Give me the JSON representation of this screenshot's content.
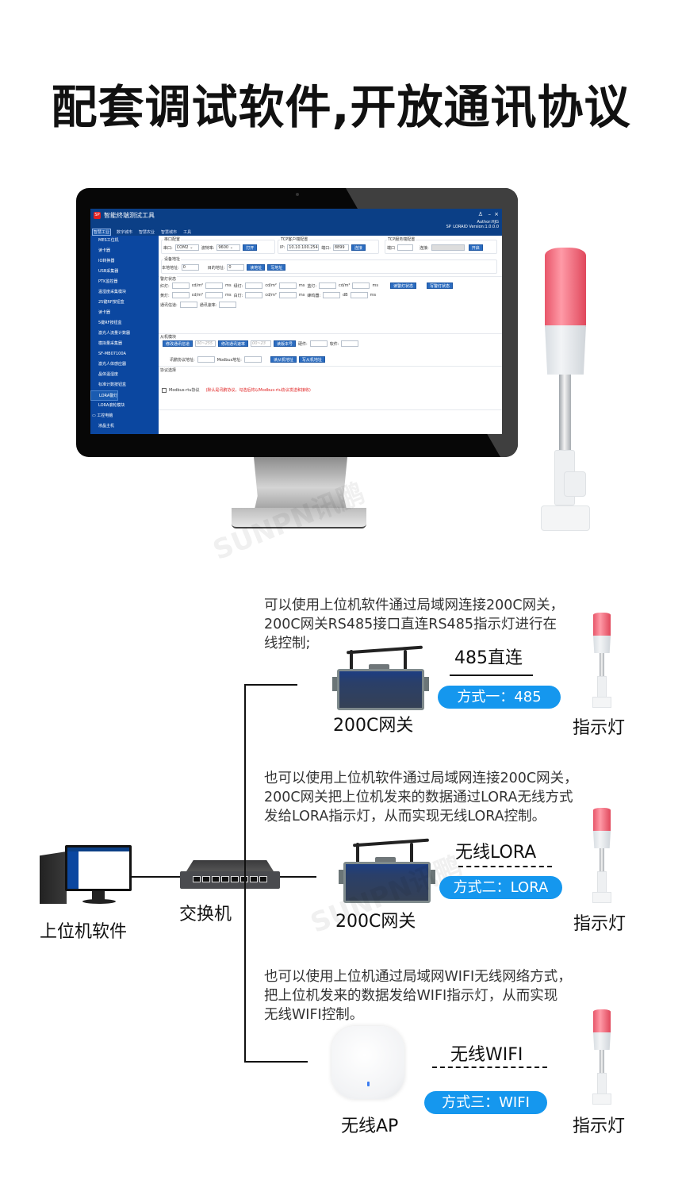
{
  "headline": "配套调试软件,开放通讯协议",
  "app": {
    "title": "智能终端测试工具",
    "logo_text": "SP",
    "window_controls": [
      "♙",
      "–",
      "×"
    ],
    "author": "Author:HJG",
    "version": "SP_LORAID Version:1.0.0.0",
    "menu_tabs": [
      {
        "label": "智慧工业",
        "active": true
      },
      {
        "label": "数字城市",
        "active": false
      },
      {
        "label": "智慧农业",
        "active": false
      },
      {
        "label": "智慧城市",
        "active": false
      },
      {
        "label": "工具",
        "active": false
      }
    ],
    "sidebar": [
      {
        "label": "MES工位机",
        "selected": false
      },
      {
        "label": "读卡器",
        "selected": false
      },
      {
        "label": "IO转换器",
        "selected": false
      },
      {
        "label": "USB采集器",
        "selected": false
      },
      {
        "label": "PTK监控器",
        "selected": false
      },
      {
        "label": "温湿度采集模块",
        "selected": false
      },
      {
        "label": "25键RF按钮盒",
        "selected": false
      },
      {
        "label": "读卡器",
        "selected": false
      },
      {
        "label": "5键RF按钮盒",
        "selected": false
      },
      {
        "label": "激光人流量计数器",
        "selected": false
      },
      {
        "label": "模拟量采集器",
        "selected": false
      },
      {
        "label": "SF-MB07100A",
        "selected": false
      },
      {
        "label": "激光人体感应器",
        "selected": false
      },
      {
        "label": "晶体温湿度",
        "selected": false
      },
      {
        "label": "标准计数按钮盒",
        "selected": false
      },
      {
        "label": "LORA警灯",
        "selected": true
      },
      {
        "label": "LORA滚轮模块",
        "selected": false
      },
      {
        "label": "工控电脑",
        "selected": false,
        "group": true
      },
      {
        "label": "液晶主机",
        "selected": false
      }
    ],
    "serial": {
      "group_label": "串口配置",
      "port_label": "串口:",
      "port_value": "COM2",
      "baud_label": "波特率:",
      "baud_value": "9600",
      "open_button": "打开"
    },
    "tcp_client": {
      "group_label": "TCP客户端配置",
      "ip_label": "IP:",
      "ip_value": "10.10.100.254",
      "port_label": "端口:",
      "port_value": "8899",
      "connect_button": "连接"
    },
    "tcp_server": {
      "group_label": "TCP服务端配置",
      "port_label": "端口",
      "port_value": "",
      "conn_label": "连接:",
      "open_button": "开启"
    },
    "device_address": {
      "group_label": "设备地址",
      "local_label": "本地地址:",
      "local_value": "0",
      "target_label": "目的地址:",
      "target_value": "0",
      "read_button": "读地址",
      "write_button": "写地址"
    },
    "light_state": {
      "group_label": "警灯状态",
      "red_label": "红灯:",
      "green_label": "绿灯:",
      "blue_label": "蓝灯:",
      "yellow_label": "黄灯:",
      "white_label": "白灯:",
      "buzzer_label": "蜂鸣器:",
      "unit_cd": "cd/m²",
      "unit_ms": "ms",
      "unit_db": "dB",
      "channel_label": "通讯信道:",
      "rate_label": "通讯速率:",
      "read_button": "读警灯状态",
      "write_button": "写警灯状态"
    },
    "slave": {
      "group_label": "从机模块",
      "set_channel_button": "修改通讯信道",
      "channel_placeholder": "00~255",
      "set_rate_button": "修改通讯速率",
      "rate_placeholder": "00~23",
      "read_version_button": "读版本号",
      "hw_label": "硬件:",
      "sw_label": "软件:",
      "proto_addr_label": "讯鹏协议地址:",
      "modbus_addr_label": "Modbus地址:",
      "read_slave_button": "读从机地址",
      "write_slave_button": "写从机地址"
    },
    "protocol": {
      "group_label": "协议选择",
      "checkbox_label": "Modbus-rtu协议",
      "checked": false,
      "note": "(默认是讯鹏协议，勾选后将以Modbus-rtu协议发送和接收)"
    }
  },
  "diagram": {
    "pc_label": "上位机软件",
    "switch_label": "交换机",
    "methods": [
      {
        "description": [
          "可以使用上位机软件通过局域网连接200C网关，",
          "200C网关RS485接口直连RS485指示灯进行在",
          "线控制;"
        ],
        "device_label": "200C网关",
        "link_label": "485直连",
        "pill": "方式一：485",
        "light_label": "指示灯",
        "line_style": "solid"
      },
      {
        "description": [
          "也可以使用上位机软件通过局域网连接200C网关，",
          "200C网关把上位机发来的数据通过LORA无线方式",
          "发给LORA指示灯，从而实现无线LORA控制。"
        ],
        "device_label": "200C网关",
        "link_label": "无线LORA",
        "pill": "方式二：LORA",
        "light_label": "指示灯",
        "line_style": "dashed"
      },
      {
        "description": [
          "也可以使用上位机通过局域网WIFI无线网络方式，",
          "把上位机发来的数据发给WIFI指示灯，从而实现",
          "无线WIFI控制。"
        ],
        "device_label": "无线AP",
        "link_label": "无线WIFI",
        "pill": "方式三：WIFI",
        "light_label": "指示灯",
        "line_style": "dashed"
      }
    ]
  },
  "watermark": "SUNPN讯鹏",
  "colors": {
    "pill_blue": "#1597ee",
    "app_navy": "#0b3f86",
    "app_button": "#2b6cc0",
    "note_red": "#e02020",
    "light_red": "#f06070"
  }
}
